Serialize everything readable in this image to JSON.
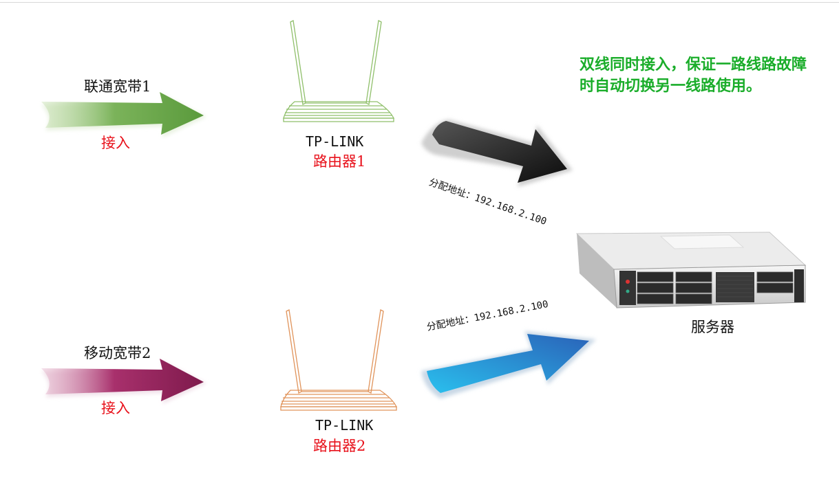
{
  "isp1": {
    "name": "联通宽带1",
    "action": "接入"
  },
  "isp2": {
    "name": "移动宽带2",
    "action": "接入"
  },
  "router1": {
    "brand": "TP-LINK",
    "name": "路由器1"
  },
  "router2": {
    "brand": "TP-LINK",
    "name": "路由器2"
  },
  "link1": {
    "ip_label": "分配地址：192.168.2.100"
  },
  "link2": {
    "ip_label": "分配地址：192.168.2.100"
  },
  "server": {
    "name": "服务器"
  },
  "note": {
    "line1": "双线同时接入，保证一路线路故障",
    "line2": "时自动切换另一线路使用。"
  },
  "colors": {
    "isp1_arrow": "#6aa84f",
    "isp2_arrow": "#9a2460",
    "router1_outline": "#8fbf6a",
    "router2_outline": "#e0935a",
    "link1_arrow": "#222222",
    "link2_arrow": "#1f8fd6",
    "note_text": "#1aad2a",
    "router_label": "#e8101a"
  }
}
